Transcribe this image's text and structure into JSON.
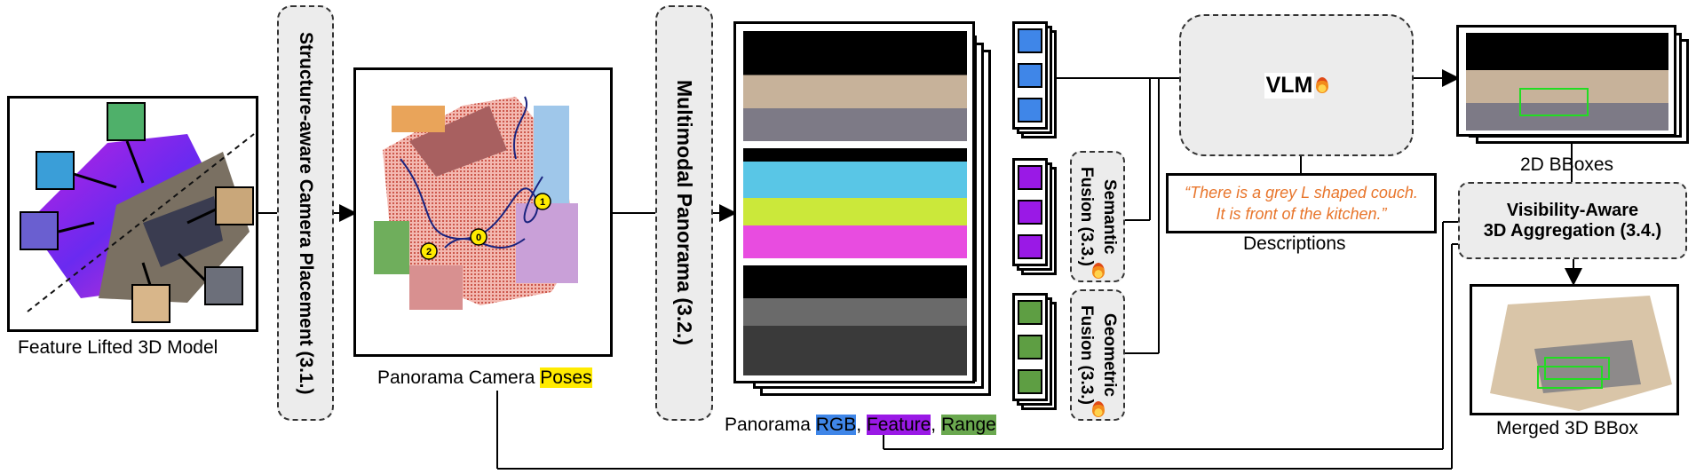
{
  "captions": {
    "model": "Feature Lifted 3D Model",
    "poses_prefix": "Panorama Camera ",
    "poses_highlight": "Poses",
    "pano_prefix": "Panorama ",
    "rgb": "RGB",
    "feature": "Feature",
    "range": "Range",
    "bboxes2d": "2D BBoxes",
    "descriptions": "Descriptions",
    "merged": "Merged 3D BBox"
  },
  "steps": {
    "placement": "Structure-aware Camera Placement (3.1.)",
    "panorama": "Multimodal Panorama (3.2.)",
    "semantic": "Semantic Fusion (3.3.)",
    "geometric": "Geometric Fusion (3.3.)",
    "vlm": "VLM",
    "aggregation_line1": "Visibility-Aware",
    "aggregation_line2": "3D Aggregation (3.4.)"
  },
  "description_quote": "“There is a grey L shaped couch. It is front of the kitchen.”",
  "pose_markers": [
    "0",
    "1",
    "2"
  ],
  "colors": {
    "rgb": "#3f86e8",
    "feature": "#9a19e6",
    "range": "#5e9e43",
    "pose_highlight": "#ffeb00",
    "quote": "#e8752b",
    "bbox": "#22dd22"
  }
}
